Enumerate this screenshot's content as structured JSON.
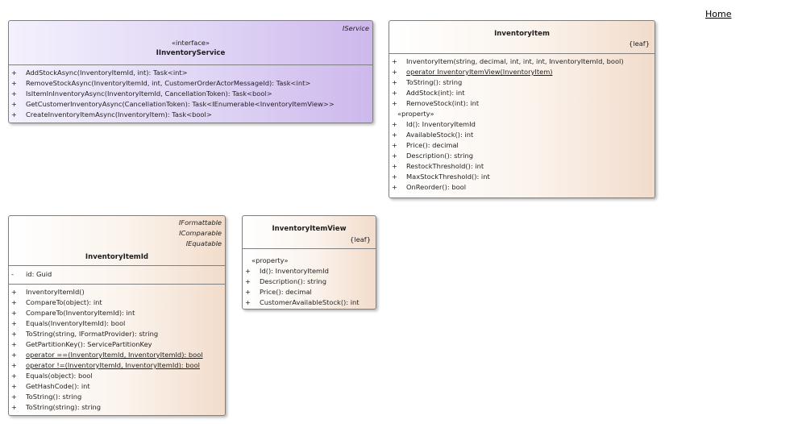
{
  "nav": {
    "home": "Home"
  },
  "classes": {
    "iinventoryservice": {
      "tag": "IService",
      "stereotype": "«interface»",
      "name": "IInventoryService",
      "methods": [
        {
          "vis": "+",
          "sig": "AddStockAsync(InventoryItemId, int): Task<int>"
        },
        {
          "vis": "+",
          "sig": "RemoveStockAsync(InventoryItemId, int, CustomerOrderActorMessageId): Task<int>"
        },
        {
          "vis": "+",
          "sig": "IsItemInInventoryAsync(InventoryItemId, CancellationToken): Task<bool>"
        },
        {
          "vis": "+",
          "sig": "GetCustomerInventoryAsync(CancellationToken): Task<IEnumerable<InventoryItemView>>"
        },
        {
          "vis": "+",
          "sig": "CreateInventoryItemAsync(InventoryItem): Task<bool>"
        }
      ]
    },
    "inventoryitem": {
      "name": "InventoryItem",
      "leaf": "{leaf}",
      "methods": [
        {
          "vis": "+",
          "sig": "InventoryItem(string, decimal, int, int, int, InventoryItemId, bool)"
        },
        {
          "vis": "+",
          "sig": "operator InventoryItemView(InventoryItem)"
        },
        {
          "vis": "+",
          "sig": "ToString(): string"
        },
        {
          "vis": "+",
          "sig": "AddStock(int): int"
        },
        {
          "vis": "+",
          "sig": "RemoveStock(int): int"
        }
      ],
      "property_label": "«property»",
      "properties": [
        {
          "vis": "+",
          "sig": "Id(): InventoryItemId"
        },
        {
          "vis": "+",
          "sig": "AvailableStock(): int"
        },
        {
          "vis": "+",
          "sig": "Price(): decimal"
        },
        {
          "vis": "+",
          "sig": "Description(): string"
        },
        {
          "vis": "+",
          "sig": "RestockThreshold(): int"
        },
        {
          "vis": "+",
          "sig": "MaxStockThreshold(): int"
        },
        {
          "vis": "+",
          "sig": "OnReorder(): bool"
        }
      ]
    },
    "inventoryitemid": {
      "tags": [
        "IFormattable",
        "IComparable",
        "IEquatable"
      ],
      "name": "InventoryItemId",
      "attributes": [
        {
          "vis": "-",
          "sig": "id: Guid"
        }
      ],
      "methods": [
        {
          "vis": "+",
          "sig": "InventoryItemId()"
        },
        {
          "vis": "+",
          "sig": "CompareTo(object): int"
        },
        {
          "vis": "+",
          "sig": "CompareTo(InventoryItemId): int"
        },
        {
          "vis": "+",
          "sig": "Equals(InventoryItemId): bool"
        },
        {
          "vis": "+",
          "sig": "ToString(string, IFormatProvider): string"
        },
        {
          "vis": "+",
          "sig": "GetPartitionKey(): ServicePartitionKey"
        },
        {
          "vis": "+",
          "sig": "operator ==(InventoryItemId, InventoryItemId): bool"
        },
        {
          "vis": "+",
          "sig": "operator !=(InventoryItemId, InventoryItemId): bool"
        },
        {
          "vis": "+",
          "sig": "Equals(object): bool"
        },
        {
          "vis": "+",
          "sig": "GetHashCode(): int"
        },
        {
          "vis": "+",
          "sig": "ToString(): string"
        },
        {
          "vis": "+",
          "sig": "ToString(string): string"
        }
      ]
    },
    "inventoryitemview": {
      "name": "InventoryItemView",
      "leaf": "{leaf}",
      "property_label": "«property»",
      "properties": [
        {
          "vis": "+",
          "sig": "Id(): InventoryItemId"
        },
        {
          "vis": "+",
          "sig": "Description(): string"
        },
        {
          "vis": "+",
          "sig": "Price(): decimal"
        },
        {
          "vis": "+",
          "sig": "CustomerAvailableStock(): int"
        }
      ]
    }
  }
}
